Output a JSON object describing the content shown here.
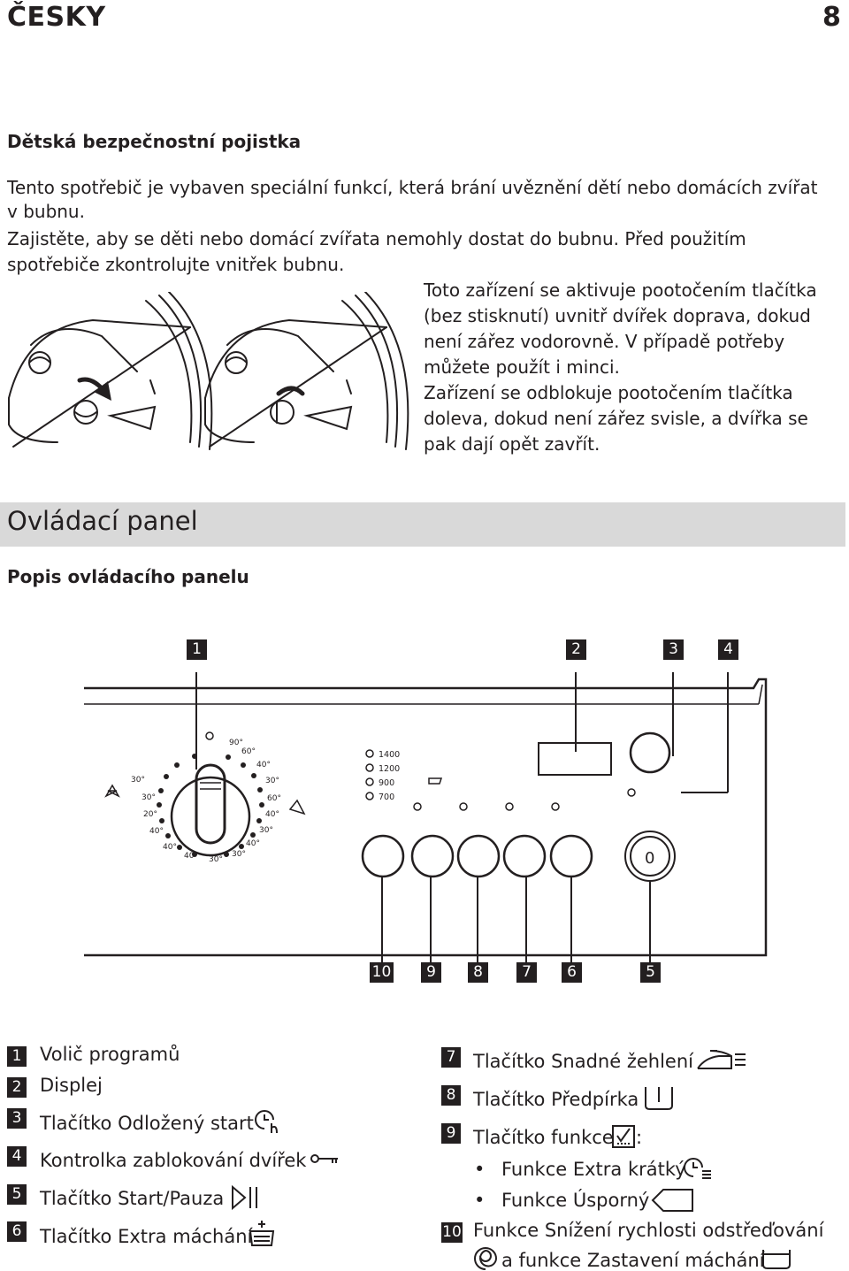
{
  "header": {
    "language": "ČESKY",
    "page_number": "8"
  },
  "child_lock": {
    "heading": "Dětská bezpečnostní pojistka",
    "paragraph1_line1": "Tento spotřebič je vybaven speciální funkcí, která brání uvěznění dětí nebo domácích zvířat",
    "paragraph1_line2": "v bubnu.",
    "paragraph2_line1": "Zajistěte, aby se děti nebo domácí zvířata nemohly dostat do bubnu. Před použitím",
    "paragraph2_line2": "spotřebiče zkontrolujte vnitřek bubnu.",
    "side_text": [
      "Toto zařízení se aktivuje pootočením tlačítka",
      "(bez stisknutí) uvnitř dvířek doprava, dokud",
      "není zářez vodorovně. V případě potřeby",
      "můžete použít i minci.",
      "Zařízení se odblokuje pootočením tlačítka",
      "doleva, dokud není zářez svisle, a dvířka se",
      "pak dají opět zavřít."
    ]
  },
  "control_panel": {
    "section_title": "Ovládací panel",
    "subheading": "Popis ovládacího panelu",
    "callouts_top": [
      "1",
      "2",
      "3",
      "4"
    ],
    "callouts_bottom": [
      "10",
      "9",
      "8",
      "7",
      "6",
      "5"
    ],
    "dial_labels": {
      "t90": "90°",
      "t60a": "60°",
      "t40a": "40°",
      "t30a": "30°",
      "t60b": "60°",
      "t40b": "40°",
      "t30b": "30°",
      "t40c": "40°",
      "t30c": "30°",
      "b30a": "30°",
      "b40a": "40°",
      "l30a": "30°",
      "l30b": "30°",
      "l20": "20°",
      "l40a": "40°",
      "l40b": "40°"
    },
    "spin_speeds": [
      "1400",
      "1200",
      "900",
      "700"
    ],
    "start_symbol": "0"
  },
  "legend": {
    "left": [
      {
        "num": "1",
        "text": "Volič programů"
      },
      {
        "num": "2",
        "text": "Displej"
      },
      {
        "num": "3",
        "text": "Tlačítko Odložený start"
      },
      {
        "num": "4",
        "text": "Kontrolka zablokování dvířek"
      },
      {
        "num": "5",
        "text": "Tlačítko Start/Pauza"
      },
      {
        "num": "6",
        "text": "Tlačítko Extra máchání"
      }
    ],
    "right": [
      {
        "num": "7",
        "text": "Tlačítko Snadné žehlení"
      },
      {
        "num": "8",
        "text": "Tlačítko Předpírka"
      },
      {
        "num": "9",
        "text": "Tlačítko funkce"
      },
      {
        "bullet": "Funkce Extra krátký"
      },
      {
        "bullet": "Funkce Úsporný"
      },
      {
        "num": "10",
        "text": "Funkce Snížení rychlosti odstřeďování"
      },
      {
        "text2": "a funkce Zastavení máchání"
      }
    ],
    "colon": ":"
  }
}
